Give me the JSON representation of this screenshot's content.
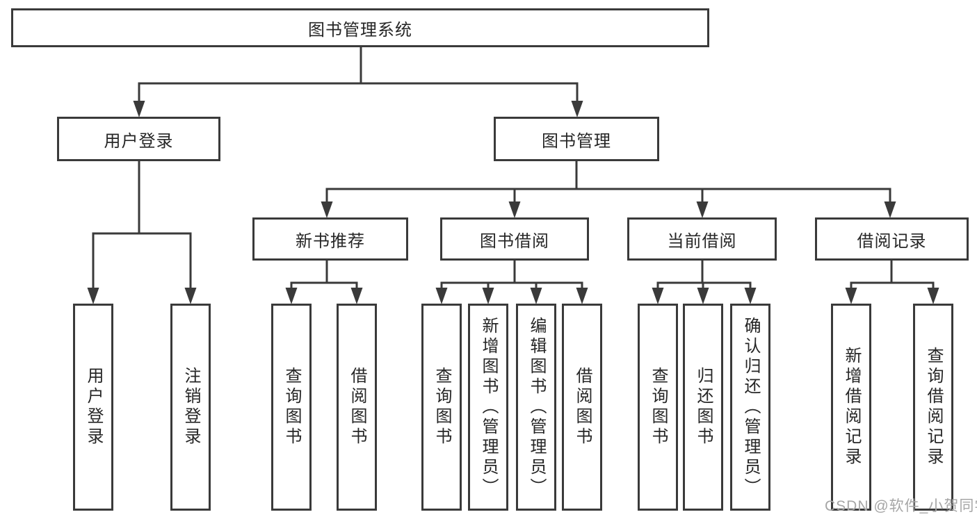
{
  "diagram_title": "图书管理系统",
  "nodes": {
    "root": "图书管理系统",
    "user_login": "用户登录",
    "book_management": "图书管理",
    "new_book_recommendation": "新书推荐",
    "book_borrowing": "图书借阅",
    "current_borrowing": "当前借阅",
    "borrowing_records": "借阅记录"
  },
  "leaves": {
    "user_login": [
      "用户登录",
      "注销登录"
    ],
    "new_book_recommendation": [
      "查询图书",
      "借阅图书"
    ],
    "book_borrowing": [
      "查询图书",
      "新增图书（管理员）",
      "编辑图书（管理员）",
      "借阅图书"
    ],
    "current_borrowing": [
      "查询图书",
      "归还图书",
      "确认归还（管理员）"
    ],
    "borrowing_records": [
      "新增借阅记录",
      "查询借阅记录"
    ]
  },
  "watermark": "CSDN @软件_小贺同学",
  "colors": {
    "line": "#3a3a3a",
    "text": "#262626",
    "watermark": "#a6a6a6",
    "background": "#ffffff"
  }
}
